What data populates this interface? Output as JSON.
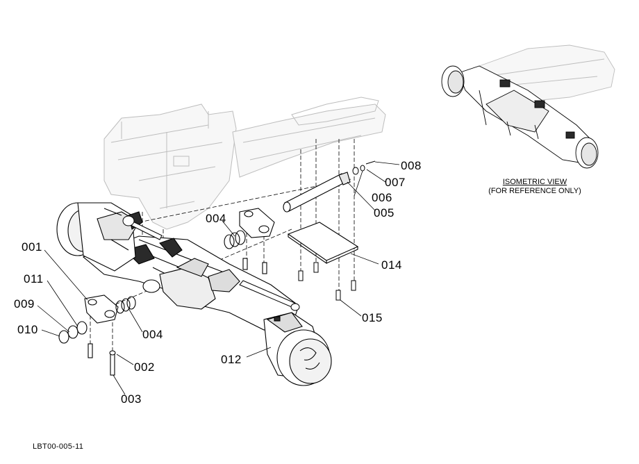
{
  "diagram": {
    "callouts": [
      {
        "id": "001",
        "label": "001"
      },
      {
        "id": "002",
        "label": "002"
      },
      {
        "id": "003",
        "label": "003"
      },
      {
        "id": "004a",
        "label": "004"
      },
      {
        "id": "004b",
        "label": "004"
      },
      {
        "id": "005",
        "label": "005"
      },
      {
        "id": "006",
        "label": "006"
      },
      {
        "id": "007",
        "label": "007"
      },
      {
        "id": "008",
        "label": "008"
      },
      {
        "id": "009",
        "label": "009"
      },
      {
        "id": "010",
        "label": "010"
      },
      {
        "id": "011",
        "label": "011"
      },
      {
        "id": "012",
        "label": "012"
      },
      {
        "id": "014",
        "label": "014"
      },
      {
        "id": "015",
        "label": "015"
      }
    ],
    "isometric_view": {
      "title": "ISOMETRIC VIEW",
      "subtitle": "(FOR REFERENCE ONLY)"
    },
    "document_id": "LBT00-005-11"
  },
  "colors": {
    "line": "#000000",
    "ghost": "#bdbdbd",
    "fill_dark": "#2a2a2a",
    "fill_light": "#e6e6e6"
  }
}
